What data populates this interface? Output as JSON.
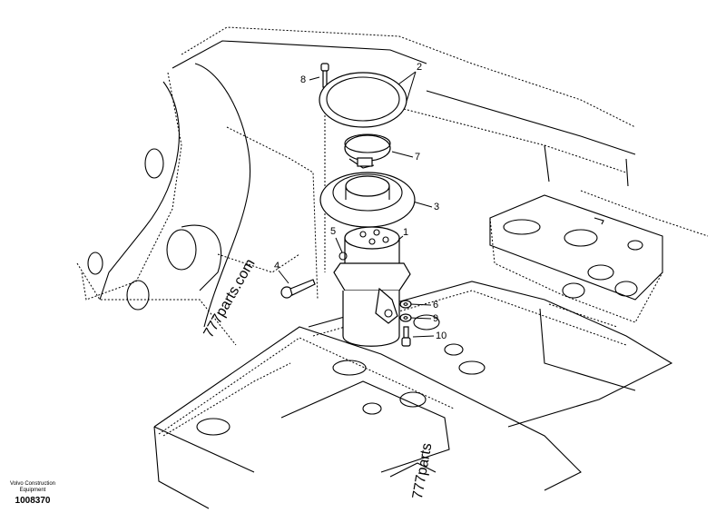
{
  "callouts": [
    {
      "id": "1",
      "label": "1"
    },
    {
      "id": "2",
      "label": "2"
    },
    {
      "id": "3",
      "label": "3"
    },
    {
      "id": "4",
      "label": "4"
    },
    {
      "id": "5",
      "label": "5"
    },
    {
      "id": "6",
      "label": "6"
    },
    {
      "id": "7",
      "label": "7"
    },
    {
      "id": "8",
      "label": "8"
    },
    {
      "id": "9",
      "label": "9"
    },
    {
      "id": "10",
      "label": "10"
    }
  ],
  "footer": {
    "brand": "Volvo Construction Equipment",
    "doc_number": "1008370"
  },
  "watermarks": [
    "777parts.com",
    "777parts"
  ]
}
